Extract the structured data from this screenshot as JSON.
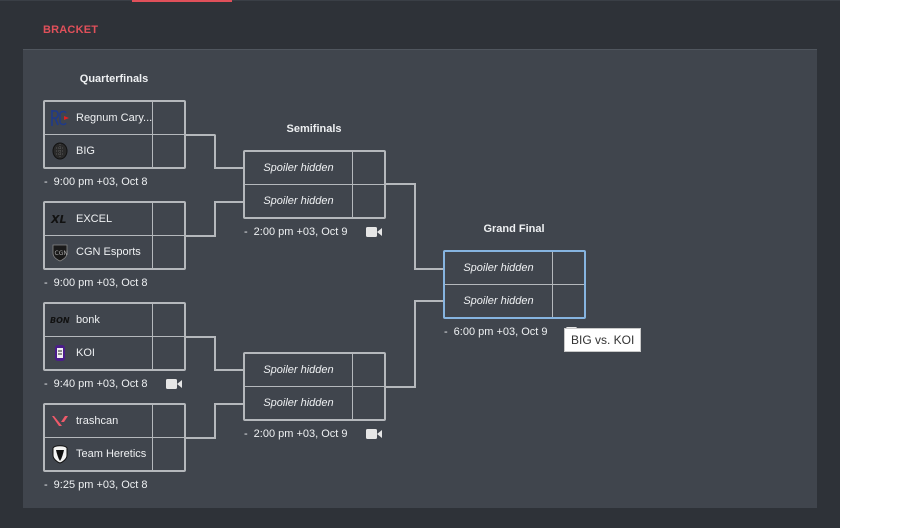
{
  "section": {
    "title": "BRACKET"
  },
  "colors": {
    "accent": "#e0505a",
    "highlight": "#86b4e0"
  },
  "rounds": {
    "quarterfinals": {
      "title": "Quarterfinals",
      "matches": [
        {
          "teams": [
            {
              "name": "Regnum Cary...",
              "logo": "regnum-carya-logo"
            },
            {
              "name": "BIG",
              "logo": "big-logo"
            }
          ],
          "time": "9:00 pm +03, Oct 8",
          "stream": false
        },
        {
          "teams": [
            {
              "name": "EXCEL",
              "logo": "excel-logo"
            },
            {
              "name": "CGN Esports",
              "logo": "cgn-esports-logo"
            }
          ],
          "time": "9:00 pm +03, Oct 8",
          "stream": false
        },
        {
          "teams": [
            {
              "name": "bonk",
              "logo": "bonk-logo"
            },
            {
              "name": "KOI",
              "logo": "koi-logo"
            }
          ],
          "time": "9:40 pm +03, Oct 8",
          "stream": true
        },
        {
          "teams": [
            {
              "name": "trashcan",
              "logo": "trashcan-logo"
            },
            {
              "name": "Team Heretics",
              "logo": "team-heretics-logo"
            }
          ],
          "time": "9:25 pm +03, Oct 8",
          "stream": false
        }
      ]
    },
    "semifinals": {
      "title": "Semifinals",
      "matches": [
        {
          "teams": [
            {
              "name": "Spoiler hidden"
            },
            {
              "name": "Spoiler hidden"
            }
          ],
          "time": "2:00 pm +03, Oct 9",
          "stream": true
        },
        {
          "teams": [
            {
              "name": "Spoiler hidden"
            },
            {
              "name": "Spoiler hidden"
            }
          ],
          "time": "2:00 pm +03, Oct 9",
          "stream": true
        }
      ]
    },
    "grand_final": {
      "title": "Grand Final",
      "matches": [
        {
          "teams": [
            {
              "name": "Spoiler hidden"
            },
            {
              "name": "Spoiler hidden"
            }
          ],
          "time": "6:00 pm +03, Oct 9",
          "stream": true
        }
      ]
    }
  },
  "time_prefix": "-",
  "tooltip": {
    "text": "BIG vs. KOI"
  }
}
